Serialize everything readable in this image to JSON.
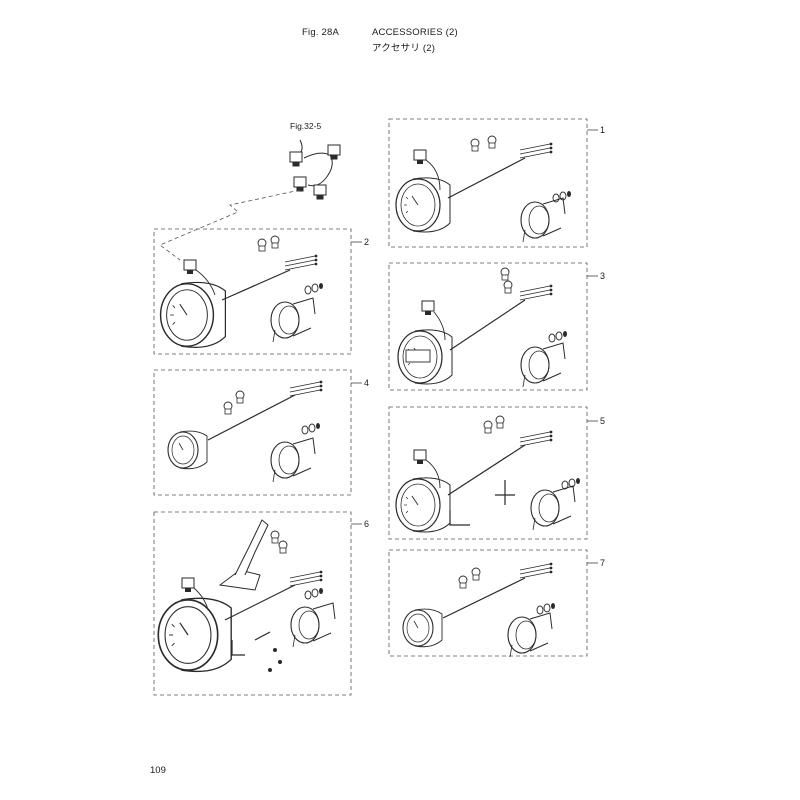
{
  "header": {
    "figure_number": "Fig. 28A",
    "title_en": "ACCESSORIES (2)",
    "title_ja": "アクセサリ (2)"
  },
  "reference": "Fig.32-5",
  "callouts": [
    "1",
    "2",
    "3",
    "4",
    "5",
    "6",
    "7"
  ],
  "page_number": "109",
  "colors": {
    "line": "#2a2a2a",
    "dash": "#555555",
    "background": "#ffffff"
  },
  "icons": [
    "gauge-icon",
    "wire-harness-icon",
    "connector-icon",
    "bulb-icon",
    "bracket-icon",
    "washer-icon"
  ]
}
